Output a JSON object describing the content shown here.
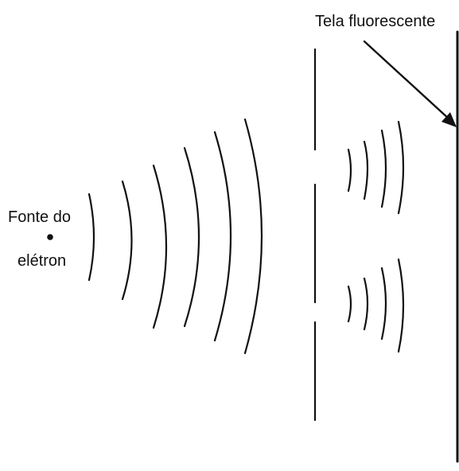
{
  "labels": {
    "screen": "Tela fluorescente",
    "source_line1": "Fonte do",
    "source_line2": "elétron"
  },
  "colors": {
    "ink": "#111111",
    "background": "#ffffff"
  }
}
